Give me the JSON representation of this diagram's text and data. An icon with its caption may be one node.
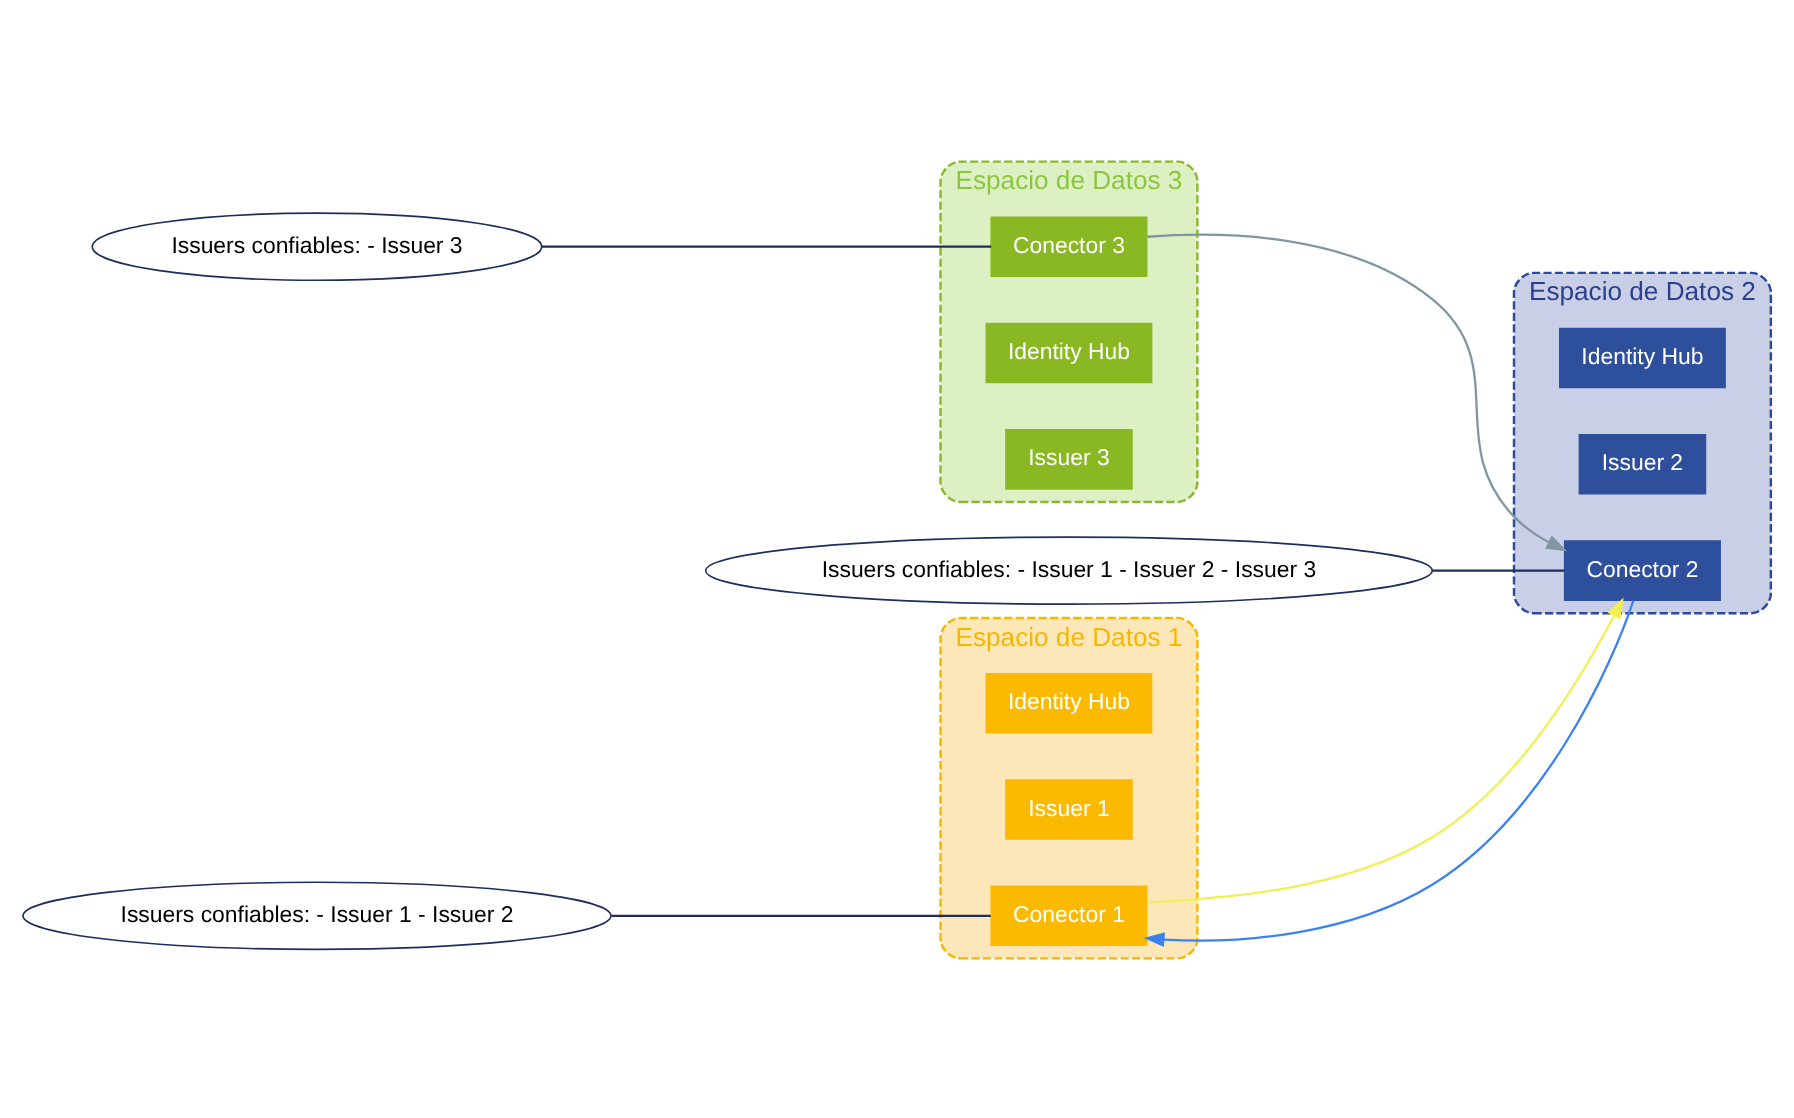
{
  "diagram": {
    "nodes": [
      {
        "text": [
          "Espacio de Datos 1"
        ]
      },
      {
        "text": [
          "Identity Hub"
        ],
        "in": 0
      },
      {
        "text": [
          "Issuer 1"
        ],
        "in": 0
      },
      {
        "text": [
          "Conector 1"
        ],
        "in": 0
      },
      {
        "text": [
          "Espacio de Datos 2"
        ]
      },
      {
        "text": [
          "Identity Hub"
        ],
        "in": 4
      },
      {
        "text": [
          "Issuer 2"
        ],
        "in": 4
      },
      {
        "text": [
          "Conector 2"
        ],
        "in": 4
      },
      {
        "text": [
          "Espacio de Datos 3"
        ]
      },
      {
        "text": [
          "Conector 3"
        ],
        "in": 8
      },
      {
        "text": [
          "Identity Hub"
        ],
        "in": 8
      },
      {
        "text": [
          "Issuer 3"
        ],
        "in": 8
      },
      {
        "text": [
          "Issuers confiables: - Issuer 1 - Issuer 2"
        ]
      },
      {
        "text": [
          "Issuers confiables: - Issuer 1 - Issuer 2 - Issuer 3"
        ]
      },
      {
        "text": [
          "Issuers confiables: - Issuer 3"
        ]
      }
    ],
    "edges": [
      {
        "from": 7,
        "to": 3,
        "arrow": "to",
        "color": "#3b82f0"
      },
      {
        "from": 3,
        "to": 7,
        "arrow": "to",
        "color": "#f0f050"
      },
      {
        "from": 9,
        "to": 7,
        "arrow": "to",
        "color": "#7f97a3"
      },
      {
        "from": 12,
        "to": 3,
        "arrow": "none"
      },
      {
        "from": 13,
        "to": 7,
        "arrow": "none"
      },
      {
        "from": 14,
        "to": 9,
        "arrow": "none"
      }
    ]
  }
}
